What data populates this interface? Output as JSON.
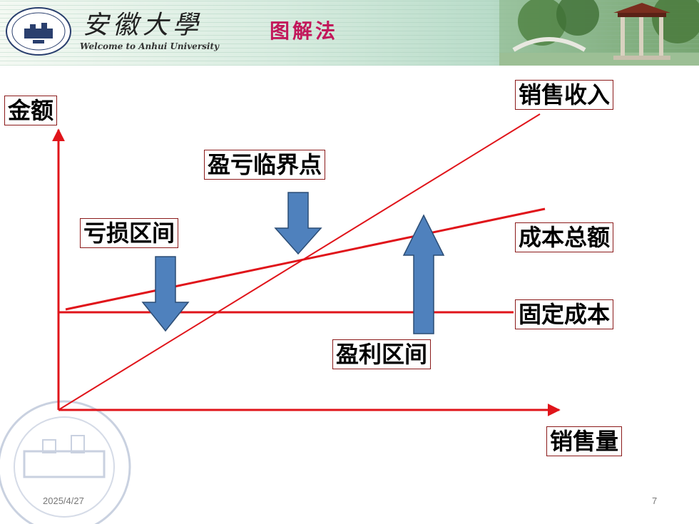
{
  "header": {
    "university_name": "安徽大學",
    "welcome": "Welcome to Anhui University",
    "method_title": "图解法"
  },
  "diagram": {
    "y_axis_label": "金额",
    "x_axis_label": "销售量",
    "line_labels": {
      "revenue": "销售收入",
      "total_cost": "成本总额",
      "fixed_cost": "固定成本"
    },
    "annotations": {
      "break_even": "盈亏临界点",
      "loss_zone": "亏损区间",
      "profit_zone": "盈利区间"
    },
    "colors": {
      "line": "#e0141a",
      "arrow_fill": "#4f81bd",
      "arrow_stroke": "#2c4d75"
    }
  },
  "footer": {
    "date": "2025/4/27",
    "page": "7"
  }
}
